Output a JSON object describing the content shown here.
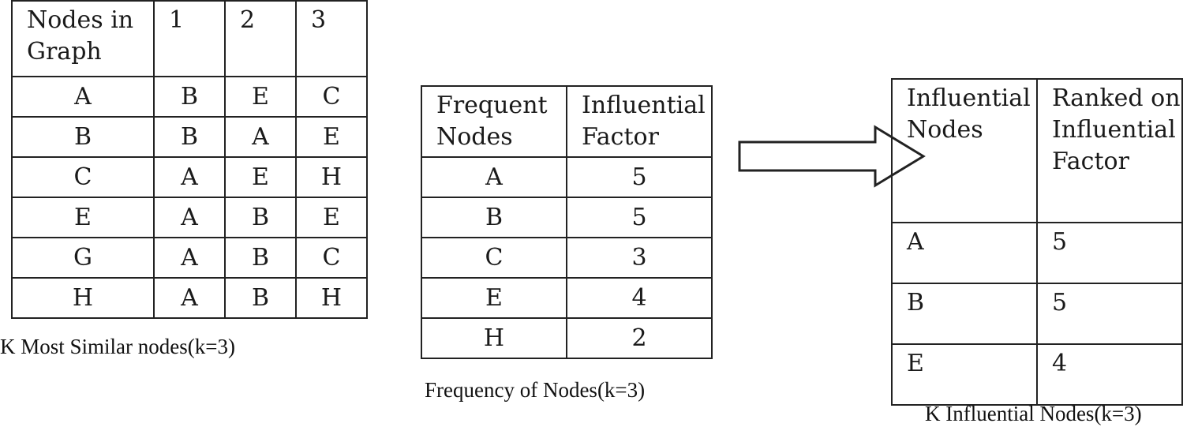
{
  "similar": {
    "header": [
      "Nodes in Graph",
      "1",
      "2",
      "3"
    ],
    "rows": [
      [
        "A",
        "B",
        "E",
        "C"
      ],
      [
        "B",
        "B",
        "A",
        "E"
      ],
      [
        "C",
        "A",
        "E",
        "H"
      ],
      [
        "E",
        "A",
        "B",
        "E"
      ],
      [
        "G",
        "A",
        "B",
        "C"
      ],
      [
        "H",
        "A",
        "B",
        "H"
      ]
    ],
    "caption": "K Most Similar nodes(k=3)"
  },
  "frequency": {
    "header": [
      "Frequent Nodes",
      "Influential Factor"
    ],
    "rows": [
      [
        "A",
        "5"
      ],
      [
        "B",
        "5"
      ],
      [
        "C",
        "3"
      ],
      [
        "E",
        "4"
      ],
      [
        "H",
        "2"
      ]
    ],
    "caption": "Frequency of Nodes(k=3)"
  },
  "influential": {
    "header": [
      "Influential Nodes",
      "Ranked on Influential Factor"
    ],
    "rows": [
      [
        "A",
        "5"
      ],
      [
        "B",
        "5"
      ],
      [
        "E",
        "4"
      ]
    ],
    "caption": "K Influential Nodes(k=3)"
  }
}
